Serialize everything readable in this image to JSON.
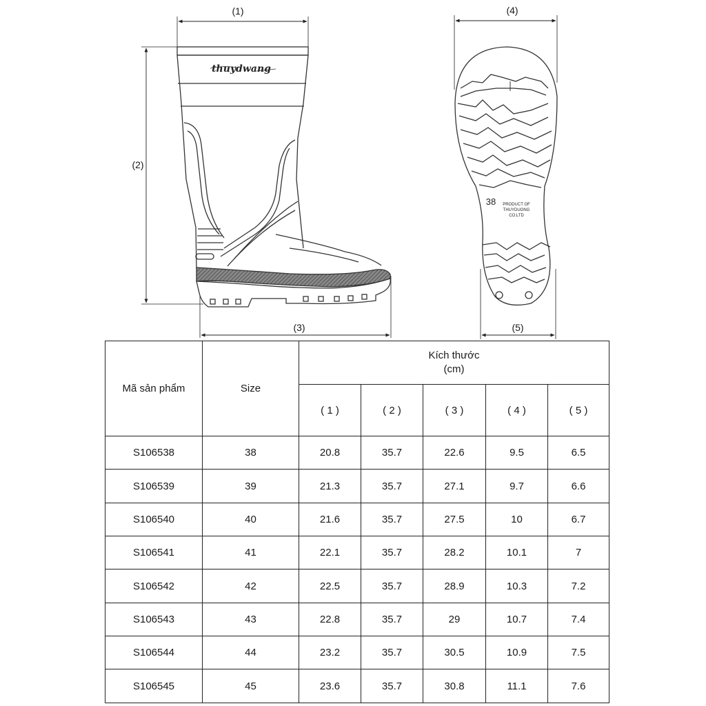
{
  "diagram": {
    "brand_logo_text": "thuydwang",
    "sole_size_number": "38",
    "sole_product_lines": [
      "PRODUCT OF",
      "THUYDUONG",
      "CO.LTD"
    ],
    "dimension_labels": [
      "(1)",
      "(2)",
      "(3)",
      "(4)",
      "(5)"
    ]
  },
  "table": {
    "col_code": "Mã sản phẩm",
    "col_size": "Size",
    "col_dims_title": "Kích thước",
    "col_dims_unit": "(cm)",
    "dim_headers": [
      "( 1 )",
      "( 2 )",
      "( 3 )",
      "( 4 )",
      "( 5 )"
    ],
    "rows": [
      {
        "code": "S106538",
        "size": "38",
        "d1": "20.8",
        "d2": "35.7",
        "d3": "22.6",
        "d4": "9.5",
        "d5": "6.5"
      },
      {
        "code": "S106539",
        "size": "39",
        "d1": "21.3",
        "d2": "35.7",
        "d3": "27.1",
        "d4": "9.7",
        "d5": "6.6"
      },
      {
        "code": "S106540",
        "size": "40",
        "d1": "21.6",
        "d2": "35.7",
        "d3": "27.5",
        "d4": "10",
        "d5": "6.7"
      },
      {
        "code": "S106541",
        "size": "41",
        "d1": "22.1",
        "d2": "35.7",
        "d3": "28.2",
        "d4": "10.1",
        "d5": "7"
      },
      {
        "code": "S106542",
        "size": "42",
        "d1": "22.5",
        "d2": "35.7",
        "d3": "28.9",
        "d4": "10.3",
        "d5": "7.2"
      },
      {
        "code": "S106543",
        "size": "43",
        "d1": "22.8",
        "d2": "35.7",
        "d3": "29",
        "d4": "10.7",
        "d5": "7.4"
      },
      {
        "code": "S106544",
        "size": "44",
        "d1": "23.2",
        "d2": "35.7",
        "d3": "30.5",
        "d4": "10.9",
        "d5": "7.5"
      },
      {
        "code": "S106545",
        "size": "45",
        "d1": "23.6",
        "d2": "35.7",
        "d3": "30.8",
        "d4": "11.1",
        "d5": "7.6"
      }
    ]
  }
}
